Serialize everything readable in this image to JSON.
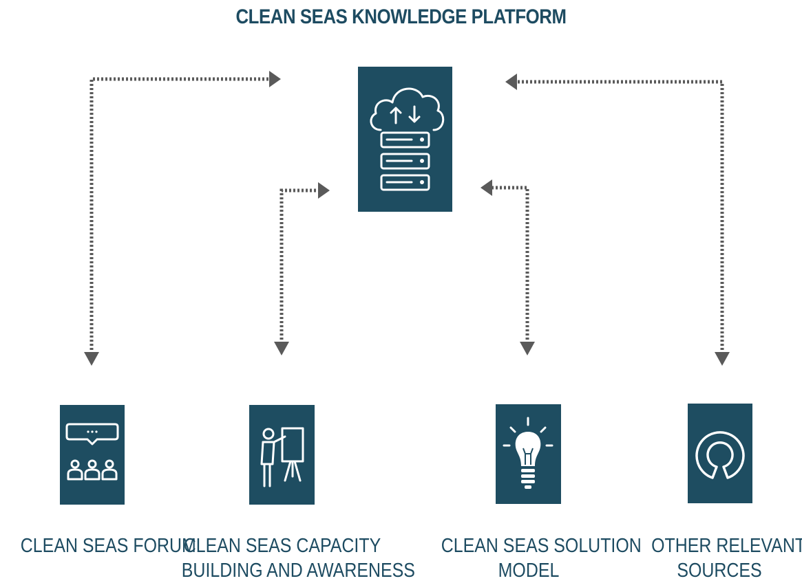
{
  "title": "CLEAN SEAS KNOWLEDGE PLATFORM",
  "colors": {
    "tile": "#1e4d61",
    "text": "#1d4b61",
    "connector": "#5a5a5a",
    "icon": "#ffffff"
  },
  "hub": {
    "icon": "cloud-server-icon"
  },
  "nodes": [
    {
      "icon": "forum-people-icon",
      "label_line1": "CLEAN SEAS FORUM",
      "label_line2": ""
    },
    {
      "icon": "presentation-icon",
      "label_line1": "CLEAN SEAS CAPACITY",
      "label_line2": "BUILDING AND AWARENESS"
    },
    {
      "icon": "lightbulb-icon",
      "label_line1": "CLEAN SEAS SOLUTION",
      "label_line2": "MODEL"
    },
    {
      "icon": "open-source-icon",
      "label_line1": "OTHER RELEVANT",
      "label_line2": "SOURCES"
    }
  ]
}
